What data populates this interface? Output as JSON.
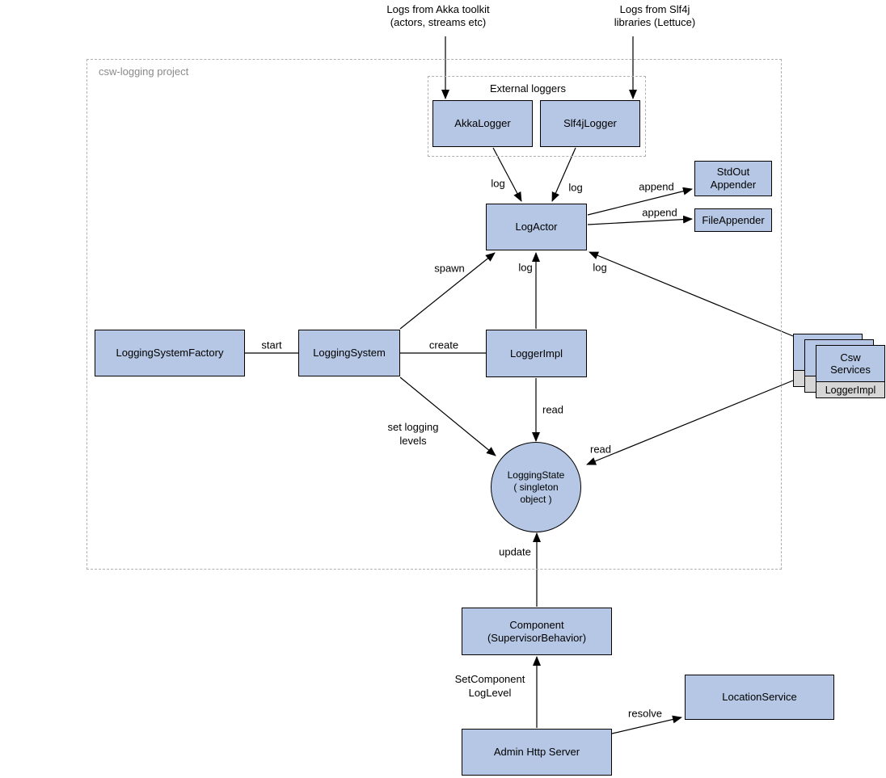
{
  "colors": {
    "node_fill": "#b5c7e4",
    "node_border": "#000000",
    "card_gray": "#d6d6d6",
    "group_border": "#b0b0b0",
    "group_label": "#8a8a8a"
  },
  "groups": {
    "csw_logging": {
      "label": "csw-logging project"
    },
    "external_loggers": {
      "label": "External loggers"
    }
  },
  "annotations": {
    "akka_source": {
      "line1": "Logs from Akka toolkit",
      "line2": "(actors, streams etc)"
    },
    "slf4j_source": {
      "line1": "Logs from Slf4j",
      "line2": "libraries (Lettuce)"
    }
  },
  "nodes": {
    "akka_logger": {
      "label": "AkkaLogger"
    },
    "slf4j_logger": {
      "label": "Slf4jLogger"
    },
    "log_actor": {
      "label": "LogActor"
    },
    "stdout_appender": {
      "line1": "StdOut",
      "line2": "Appender"
    },
    "file_appender": {
      "label": "FileAppender"
    },
    "logging_system_factory": {
      "label": "LoggingSystemFactory"
    },
    "logging_system": {
      "label": "LoggingSystem"
    },
    "logger_impl": {
      "label": "LoggerImpl"
    },
    "logging_state": {
      "line1": "LoggingState",
      "line2": "( singleton",
      "line3": "object )"
    },
    "component": {
      "line1": "Component",
      "line2": "(SupervisorBehavior)"
    },
    "admin_http_server": {
      "label": "Admin Http Server"
    },
    "location_service": {
      "label": "LocationService"
    },
    "csw_services_stack": {
      "line1": "Csw",
      "line2": "Services",
      "footer": "LoggerImpl"
    }
  },
  "edge_labels": {
    "log_akka": "log",
    "log_slf4j": "log",
    "append_stdout": "append",
    "append_file": "append",
    "spawn": "spawn",
    "log_impl": "log",
    "log_services": "log",
    "start": "start",
    "create": "create",
    "read_impl": "read",
    "set_logging_levels": {
      "line1": "set logging",
      "line2": "levels"
    },
    "read_services": "read",
    "update": "update",
    "set_component_log_level": {
      "line1": "SetComponent",
      "line2": "LogLevel"
    },
    "resolve": "resolve"
  }
}
